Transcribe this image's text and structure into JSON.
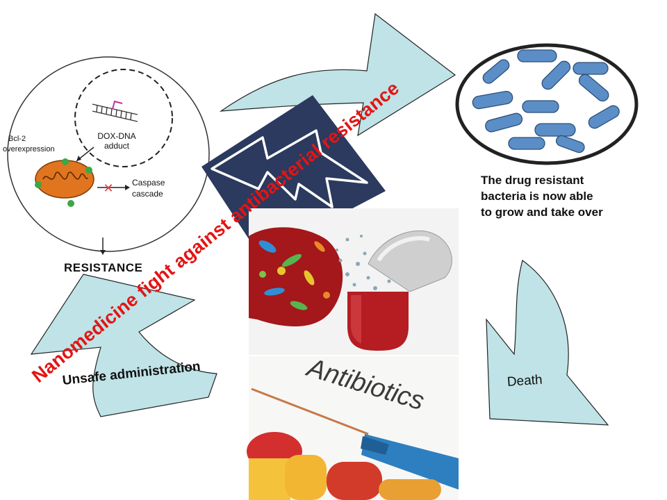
{
  "title": "Nanomedicine fight against antibacterial resistance",
  "cell_diagram": {
    "dna_label_line1": "DOX-DNA",
    "dna_label_line2": "adduct",
    "bcl2_line1": "Bcl-2",
    "bcl2_line2": "overexpression",
    "caspase_line1": "Caspase",
    "caspase_line2": "cascade"
  },
  "resistance_label": "RESISTANCE",
  "bacteria_caption": {
    "line1": "The drug resistant",
    "line2": "bacteria is now able",
    "line3": "to grow and take over"
  },
  "death_label": "Death",
  "unsafe_label": "Unsafe administration",
  "antibiotics_text": "Antibiotics",
  "colors": {
    "arrow_fill": "#bfe3e6",
    "title_red": "#e41414",
    "bacteria_blue": "#5b8ec6",
    "navy_panel": "#2b3a5e",
    "mitochondrion_orange": "#e0741f"
  }
}
